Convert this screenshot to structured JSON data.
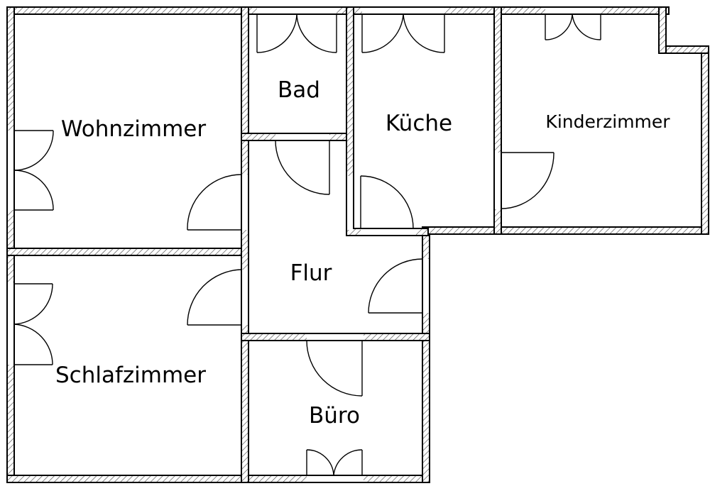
{
  "rooms": {
    "wohnzimmer": "Wohnzimmer",
    "schlafzimmer": "Schlafzimmer",
    "bad": "Bad",
    "kueche": "Küche",
    "kinderzimmer": "Kinderzimmer",
    "flur": "Flur",
    "buero": "Büro"
  }
}
